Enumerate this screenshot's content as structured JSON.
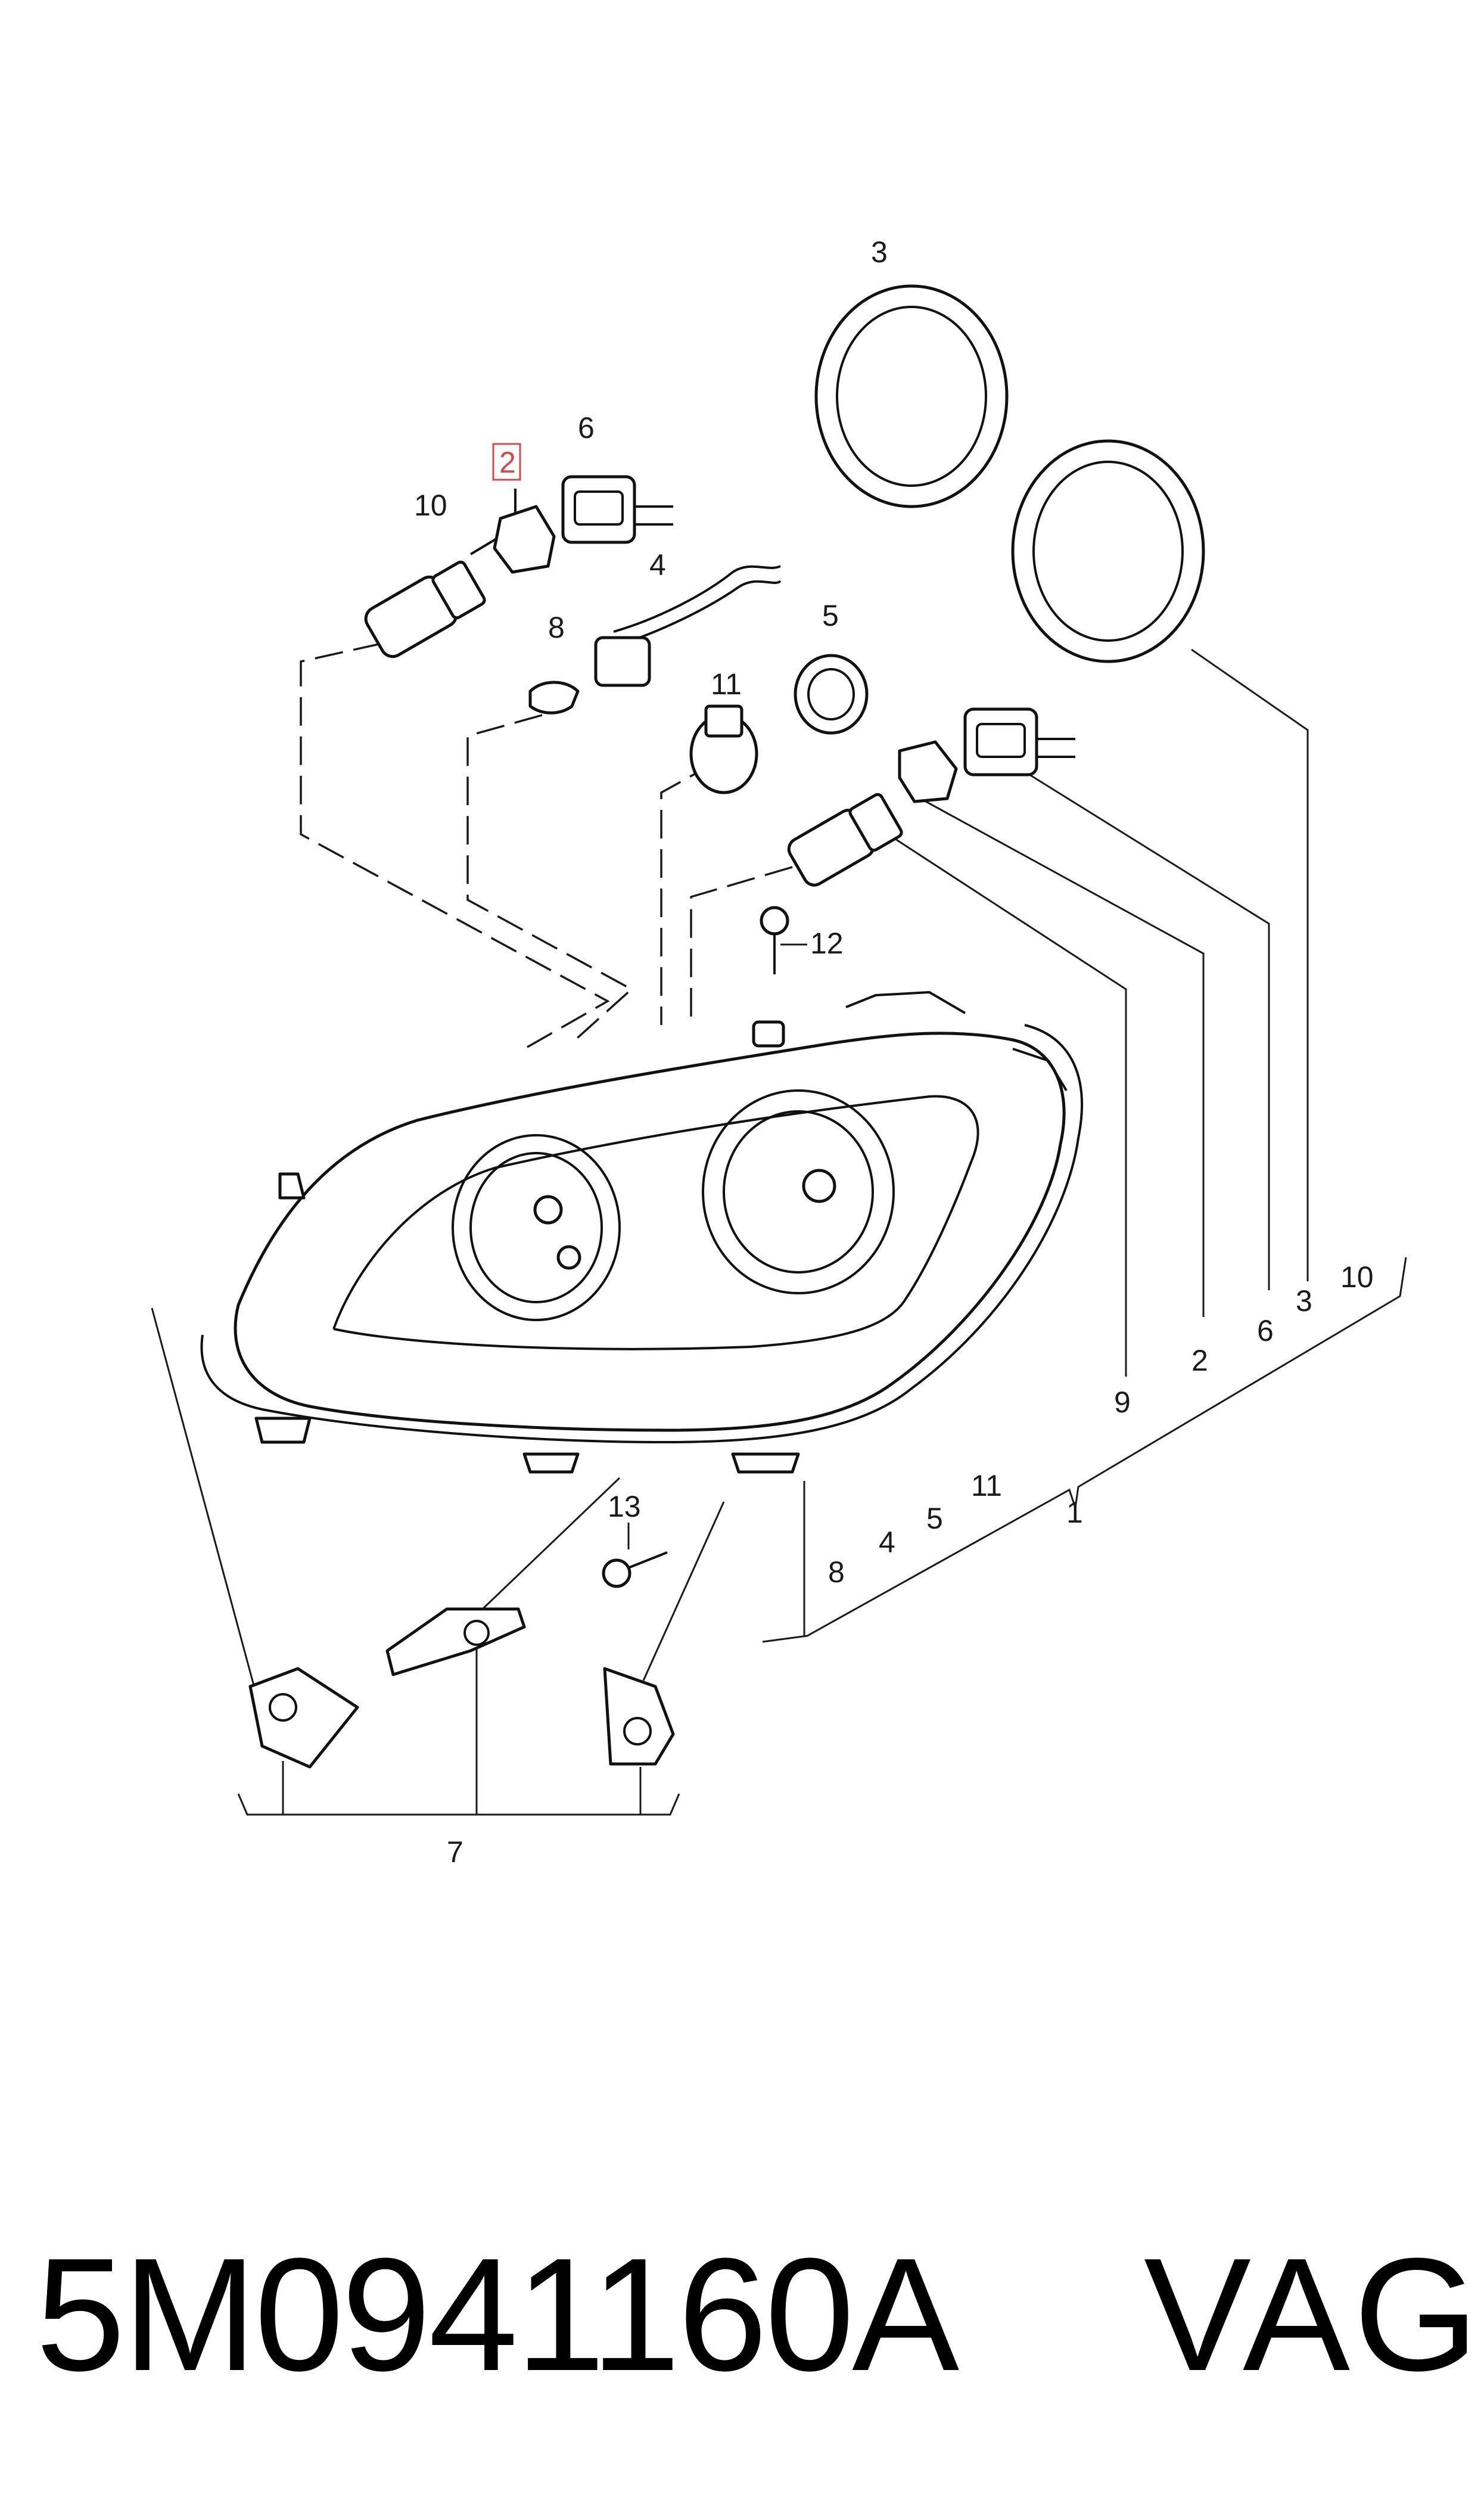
{
  "callouts": {
    "c1": "1",
    "c2": "2",
    "c3_top": "3",
    "c3_bottom": "3",
    "c4_top": "4",
    "c4_bottom": "4",
    "c5_top": "5",
    "c5_bottom": "5",
    "c6_top": "6",
    "c6_bottom": "6",
    "c7": "7",
    "c8_top": "8",
    "c8_bottom": "8",
    "c9": "9",
    "c10_top": "10",
    "c10_bottom": "10",
    "c11_top": "11",
    "c11_bottom": "11",
    "c12": "12",
    "c13": "13",
    "c2_bottom": "2"
  },
  "highlighted_callout": "2",
  "highlight_color": "#d9474b",
  "footer": {
    "part_number": "5M0941160A",
    "brand": "VAG"
  }
}
